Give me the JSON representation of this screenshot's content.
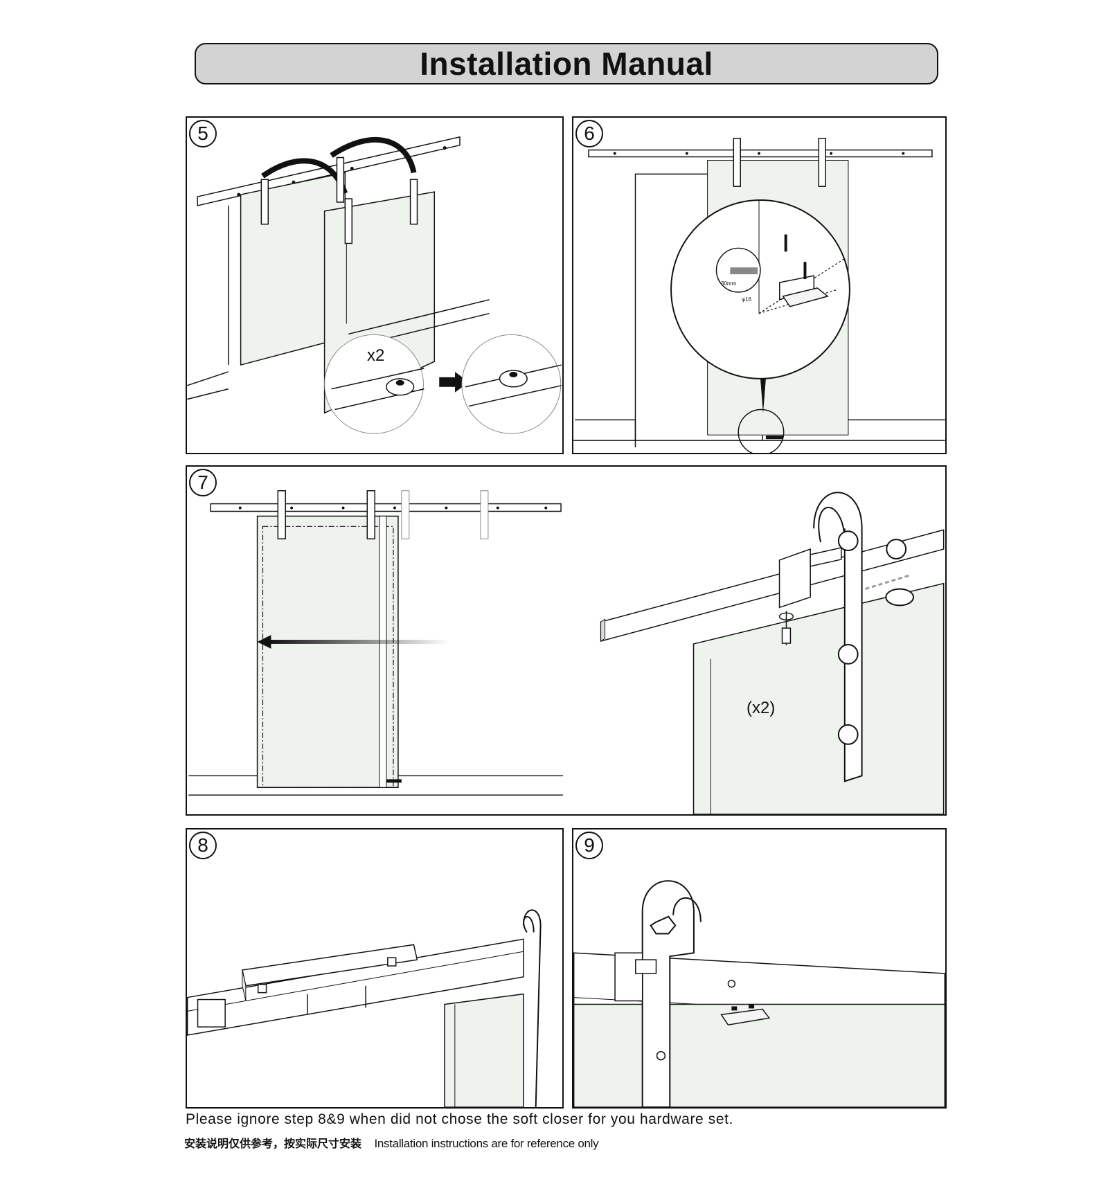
{
  "header": {
    "title": "Installation Manual"
  },
  "steps": [
    {
      "number": "5",
      "label": "x2"
    },
    {
      "number": "6",
      "label_measure": "30mm",
      "label_drill": "φ16"
    },
    {
      "number": "7",
      "label": "(x2)"
    },
    {
      "number": "8"
    },
    {
      "number": "9"
    }
  ],
  "footer": {
    "note": "Please ignore step 8&9 when did not chose the soft closer for you hardware set.",
    "disclaimer_cn": "安装说明仅供参考，按实际尺寸安装",
    "disclaimer_en": "Installation instructions are for reference only"
  },
  "colors": {
    "door_fill": "#eef3ee",
    "line": "#111111",
    "title_bg": "#d3d3d3"
  }
}
